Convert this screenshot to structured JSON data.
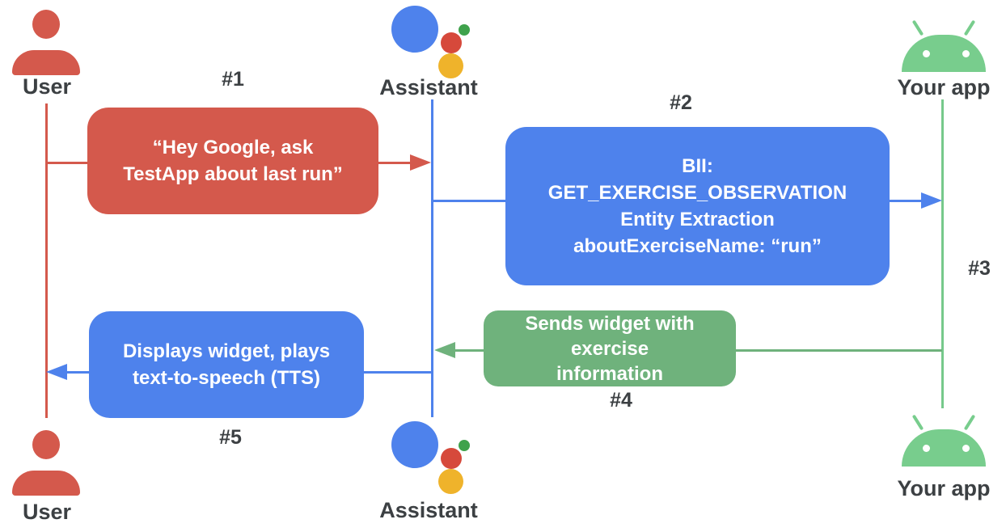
{
  "diagram_type": "sequence-diagram",
  "actors": {
    "user": {
      "label": "User",
      "icon": "person-icon"
    },
    "assistant": {
      "label": "Assistant",
      "icon": "google-assistant-icon"
    },
    "app": {
      "label": "Your app",
      "icon": "android-icon"
    }
  },
  "steps": {
    "s1": "#1",
    "s2": "#2",
    "s3": "#3",
    "s4": "#4",
    "s5": "#5"
  },
  "messages": {
    "m1": {
      "line1": "“Hey Google, ask",
      "line2": "TestApp about last run”"
    },
    "m2": {
      "line1": "BII:",
      "line2": "GET_EXERCISE_OBSERVATION",
      "line3": "Entity Extraction",
      "line4": "aboutExerciseName: “run”"
    },
    "m4": {
      "line1": "Sends widget with exercise",
      "line2": "information"
    },
    "m5": {
      "line1": "Displays widget, plays",
      "line2": "text-to-speech (TTS)"
    }
  },
  "colors": {
    "red": "#D4594C",
    "blue": "#4E82EC",
    "green_box": "#6FB27C",
    "android_green": "#78CD8D",
    "assistant_red": "#D6493B",
    "assistant_yellow": "#EFB32B",
    "assistant_green": "#3FA24C",
    "lifeline_green": "#76C98B",
    "label_gray": "#3C4043",
    "box_text": "#FFFFFF"
  }
}
